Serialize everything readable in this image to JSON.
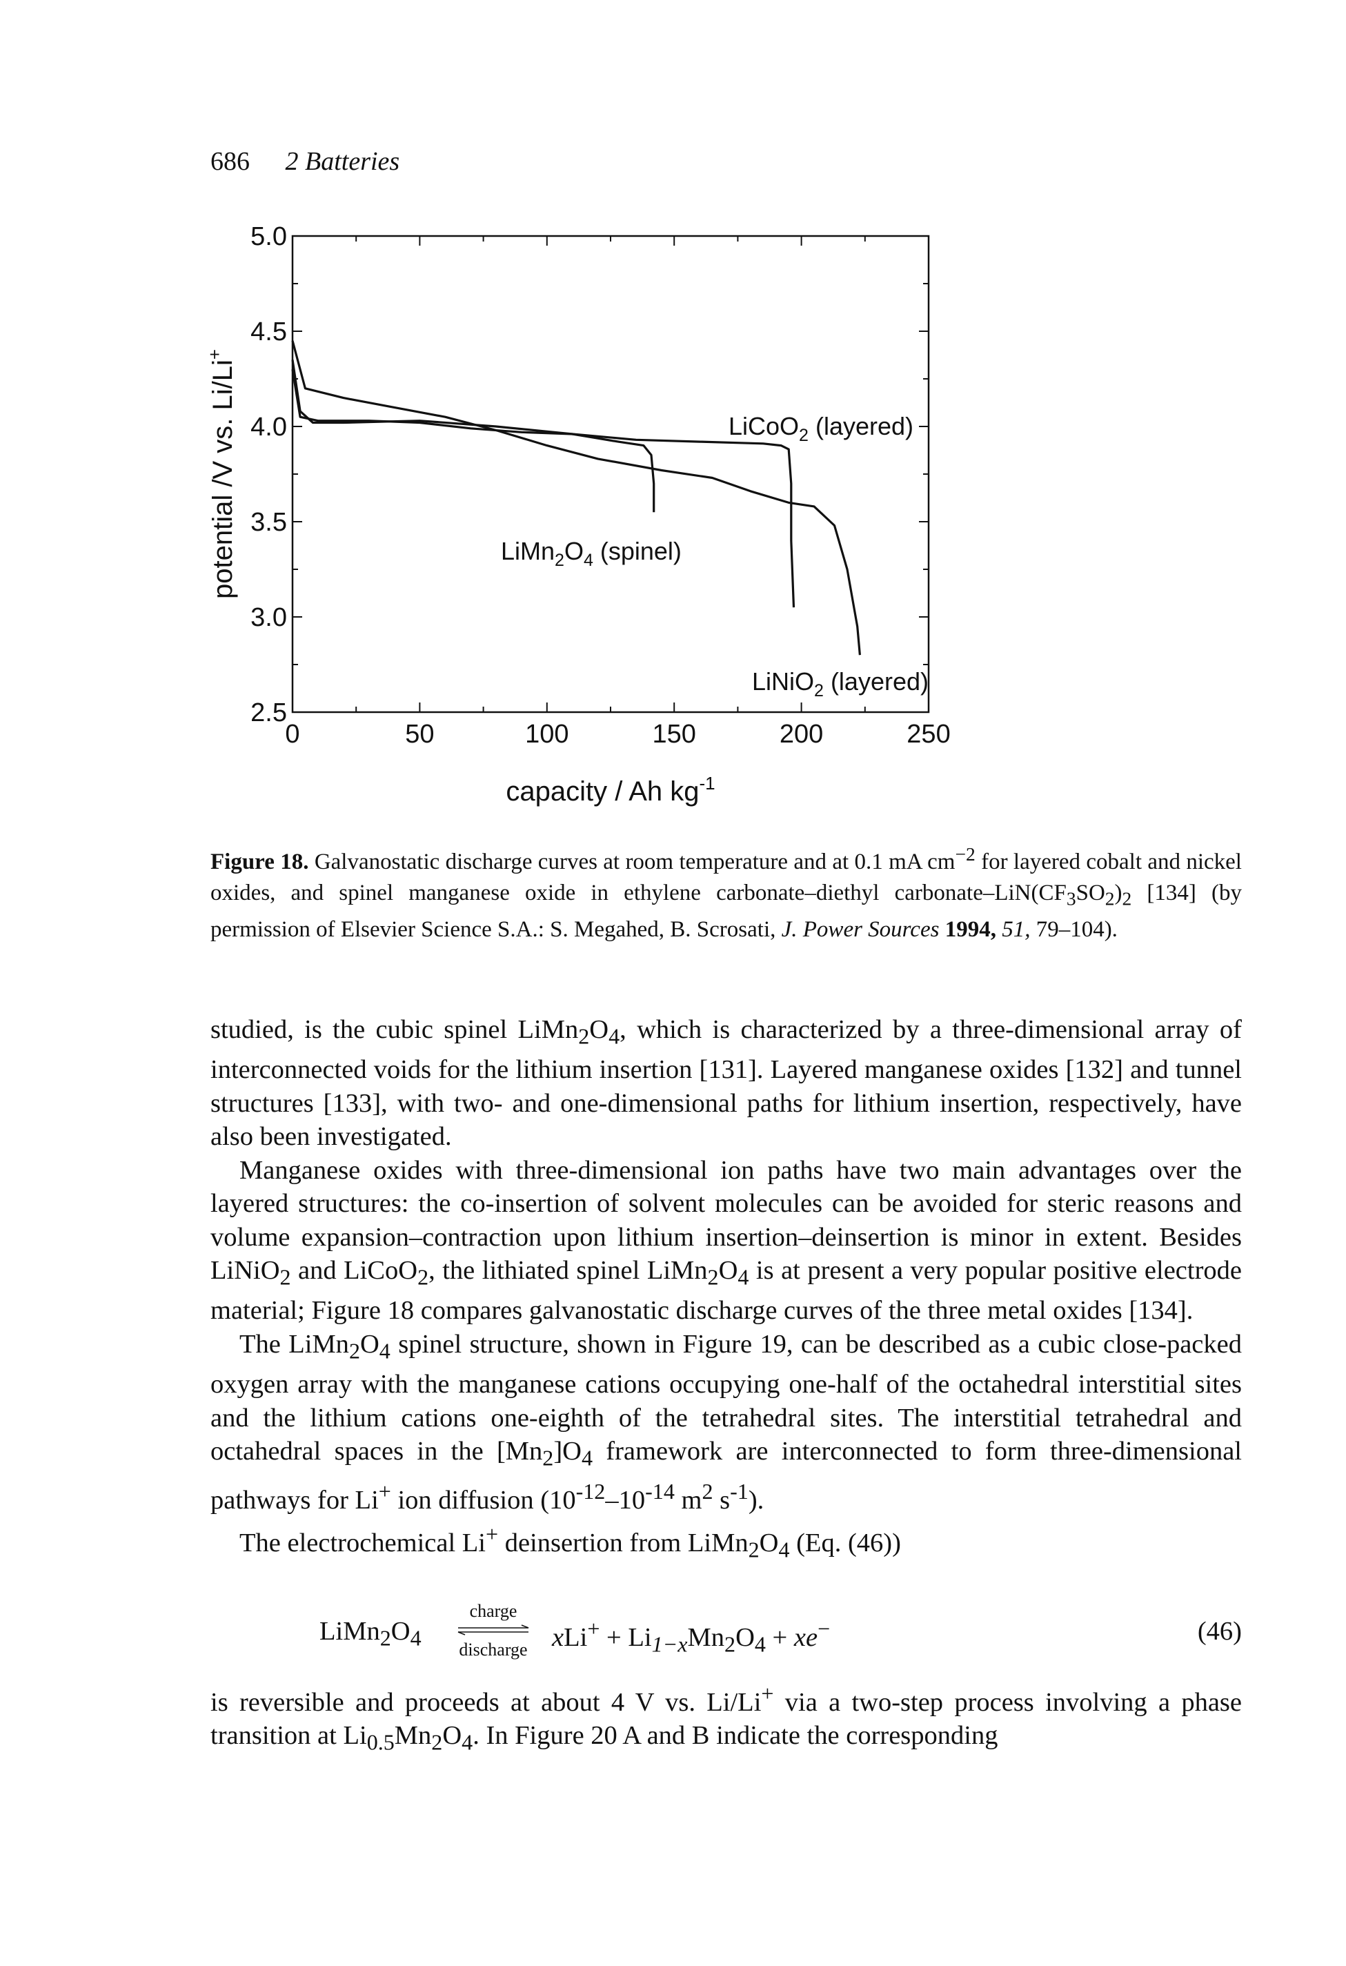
{
  "header": {
    "page_number": "686",
    "chapter_title": "2 Batteries"
  },
  "chart_data": {
    "type": "line",
    "xlabel": "capacity / Ah kg",
    "xlabel_sup": "-1",
    "ylabel": "potential /V vs. Li/Li",
    "ylabel_sup": "+",
    "xlim": [
      0,
      250
    ],
    "ylim": [
      2.5,
      5.0
    ],
    "x_ticks": [
      0,
      50,
      100,
      150,
      200,
      250
    ],
    "y_ticks": [
      2.5,
      3.0,
      3.5,
      4.0,
      4.5,
      5.0
    ],
    "x_tick_labels": [
      "0",
      "50",
      "100",
      "150",
      "200",
      "250"
    ],
    "y_tick_labels": [
      "2.5",
      "3.0",
      "3.5",
      "4.0",
      "4.5",
      "5.0"
    ],
    "grid": false,
    "series": [
      {
        "name": "LiCoO2 (layered)",
        "label_parts": [
          "LiCoO",
          "2",
          " (layered)"
        ],
        "points": [
          [
            0,
            4.35
          ],
          [
            3,
            4.08
          ],
          [
            8,
            4.02
          ],
          [
            20,
            4.02
          ],
          [
            50,
            4.03
          ],
          [
            80,
            4.0
          ],
          [
            110,
            3.96
          ],
          [
            135,
            3.93
          ],
          [
            160,
            3.92
          ],
          [
            185,
            3.91
          ],
          [
            192,
            3.9
          ],
          [
            195,
            3.88
          ],
          [
            196,
            3.7
          ],
          [
            196,
            3.4
          ],
          [
            197,
            3.05
          ]
        ]
      },
      {
        "name": "LiMn2O4 (spinel)",
        "label_parts": [
          "LiMn",
          "2",
          "O",
          "4",
          " (spinel)"
        ],
        "points": [
          [
            0,
            4.3
          ],
          [
            3,
            4.05
          ],
          [
            10,
            4.03
          ],
          [
            30,
            4.03
          ],
          [
            50,
            4.02
          ],
          [
            70,
            3.99
          ],
          [
            90,
            3.97
          ],
          [
            110,
            3.96
          ],
          [
            128,
            3.92
          ],
          [
            138,
            3.9
          ],
          [
            141,
            3.85
          ],
          [
            142,
            3.7
          ],
          [
            142,
            3.55
          ]
        ]
      },
      {
        "name": "LiNiO2 (layered)",
        "label_parts": [
          "LiNiO",
          "2",
          " (layered)"
        ],
        "points": [
          [
            0,
            4.45
          ],
          [
            5,
            4.2
          ],
          [
            20,
            4.15
          ],
          [
            40,
            4.1
          ],
          [
            60,
            4.05
          ],
          [
            80,
            3.98
          ],
          [
            100,
            3.9
          ],
          [
            120,
            3.83
          ],
          [
            145,
            3.77
          ],
          [
            165,
            3.73
          ],
          [
            180,
            3.66
          ],
          [
            195,
            3.6
          ],
          [
            205,
            3.58
          ],
          [
            213,
            3.48
          ],
          [
            218,
            3.25
          ],
          [
            222,
            2.95
          ],
          [
            223,
            2.8
          ]
        ]
      }
    ]
  },
  "caption": {
    "label": "Figure 18.",
    "t1": " Galvanostatic discharge curves at room temperature and at 0.1 mA cm",
    "t1_sup": "−2",
    "t2": " for layered cobalt and nickel oxides, and spinel manganese oxide in ethylene carbonate–diethyl carbonate–LiN(CF",
    "t2_sub1": "3",
    "t3": "SO",
    "t3_sub": "2",
    "t4": ")",
    "t4_sub": "2",
    "t5": " [134] (by permission of Elsevier Science S.A.: S. Megahed, B. Scrosati, ",
    "journal": "J. Power Sources",
    "year": "1994,",
    "volume": "51,",
    "pages": " 79–104)."
  },
  "paragraphs": {
    "p1": {
      "a": "studied, is the cubic spinel LiMn",
      "a_sub1": "2",
      "b": "O",
      "b_sub": "4",
      "c": ", which is characterized by a three-dimensional array of interconnected voids for the lithium insertion [131]. Layered manganese oxides [132] and tunnel structures [133], with two- and one-dimensional paths for lithium insertion, respectively, have also been investigated."
    },
    "p2": {
      "a": "Manganese oxides with three-dimensional ion paths have two main advantages over the layered structures: the co-insertion of solvent molecules can be avoided for steric reasons and volume expansion–contraction upon lithium insertion–deinsertion is minor in extent. Besides LiNiO",
      "a_sub": "2",
      "b": " and LiCoO",
      "b_sub": "2",
      "c": ", the lithiated spinel LiMn",
      "c_sub": "2",
      "d": "O",
      "d_sub": "4",
      "e": " is at present a very popular positive electrode material; Figure 18 compares galvanostatic discharge curves of the three metal oxides [134]."
    },
    "p3": {
      "a": "The LiMn",
      "a_sub": "2",
      "b": "O",
      "b_sub": "4",
      "c": " spinel structure, shown in Figure 19, can be described as a cubic close-packed oxygen array with the manganese cations occupying one-half of the octahedral interstitial sites and the lithium cations one-eighth of the tetrahedral sites. The interstitial tetrahedral and octahedral spaces in the [Mn",
      "c_sub": "2",
      "d": "]O",
      "d_sub": "4",
      "e": " framework are interconnected to form three-dimensional pathways for Li",
      "e_sup": "+",
      "f": " ion diffusion (10",
      "f_sup": "-12",
      "g": "–10",
      "g_sup": "-14",
      "h": " m",
      "h_sup": "2",
      "i": " s",
      "i_sup": "-1",
      "j": ")."
    },
    "p4": {
      "a": "The electrochemical Li",
      "a_sup": "+",
      "b": " deinsertion from LiMn",
      "b_sub": "2",
      "c": "O",
      "c_sub": "4",
      "d": " (Eq. (46))"
    },
    "p5": {
      "a": "is reversible and proceeds at about 4 V vs. Li/Li",
      "a_sup": "+",
      "b": " via a two-step process involving a phase transition at Li",
      "b_sub": "0.5",
      "c": "Mn",
      "c_sub": "2",
      "d": "O",
      "d_sub": "4",
      "e": ". In Figure 20 A and B indicate the corresponding"
    }
  },
  "equation": {
    "lhs": "LiMn",
    "lhs_sub1": "2",
    "lhs_o": "O",
    "lhs_sub2": "4",
    "arrow_top": "charge",
    "arrow_bottom": "discharge",
    "x1": "x",
    "li": "Li",
    "li_sup": "+",
    "plus1": " + Li",
    "sub_1x": "1−x",
    "mn": "Mn",
    "mn_sub": "2",
    "o": "O",
    "o_sub": "4",
    "plus2": " + ",
    "x2": "x",
    "e": "e",
    "e_sup": "−",
    "number": "(46)"
  }
}
